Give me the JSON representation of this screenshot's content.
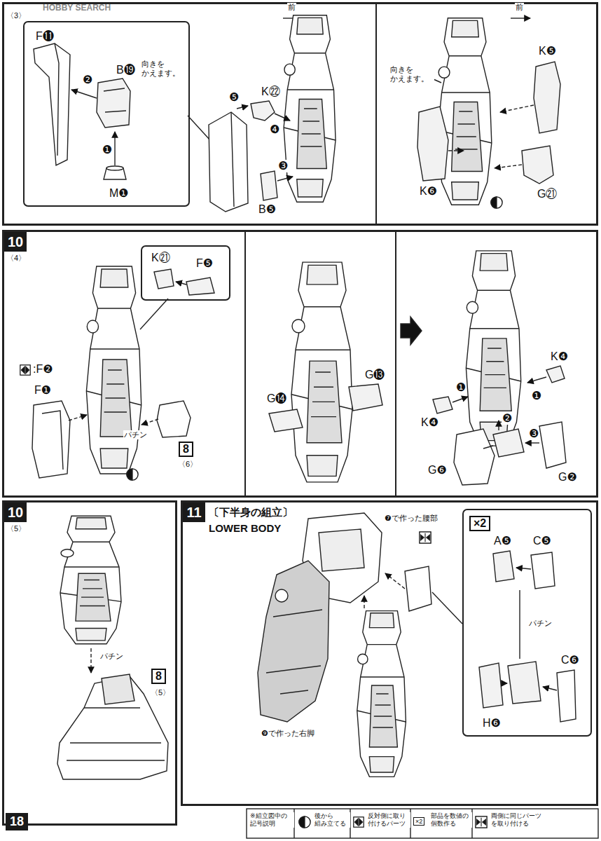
{
  "diagram": {
    "nodes": [
      {
        "text": [
          "〈3〉"
        ]
      },
      {
        "text": [
          "F⓫",
          "❷",
          "B⓳",
          "❶",
          "M❶",
          "向きを かえます。"
        ],
        "in": 0
      },
      {
        "text": [
          "10",
          "〈4〉"
        ]
      },
      {
        "text": [
          "K㉑",
          "F❺"
        ],
        "in": 2
      },
      {
        "text": [
          "10",
          "〈5〉"
        ]
      },
      {
        "text": [
          "11",
          "〔下半身の組立〕",
          "LOWER BODY"
        ]
      },
      {
        "text": [
          "×2",
          "A❺",
          "C❺",
          "パチン",
          "H❻",
          "C❻"
        ],
        "in": 5
      }
    ],
    "labels": [
      "HOBBY SEARCH",
      "前",
      "❺",
      "K㉒",
      "❹",
      "❸",
      "B❺",
      "前",
      "向きを かえます。",
      "K❺",
      "K❻",
      "G㉑",
      ":F❷",
      "F❶",
      "パチン",
      "8",
      "〈6〉",
      "G⓭",
      "G⓮",
      "K❹",
      "❶",
      "K❹",
      "❶",
      "❷",
      "❸",
      "G❻",
      "G❷",
      "パチン",
      "8",
      "〈5〉",
      "❼で作った腰部",
      "❾で作った右脚",
      "18",
      "※組立図中の 記号説明",
      "×2"
    ],
    "legend": [
      {
        "text": "後から 組み立てる"
      },
      {
        "text": "反対側に取り 付けるパーツ"
      },
      {
        "text": "部品を数値の 個数作る"
      },
      {
        "text": "両側に同じパーツ を取り付ける"
      }
    ]
  }
}
